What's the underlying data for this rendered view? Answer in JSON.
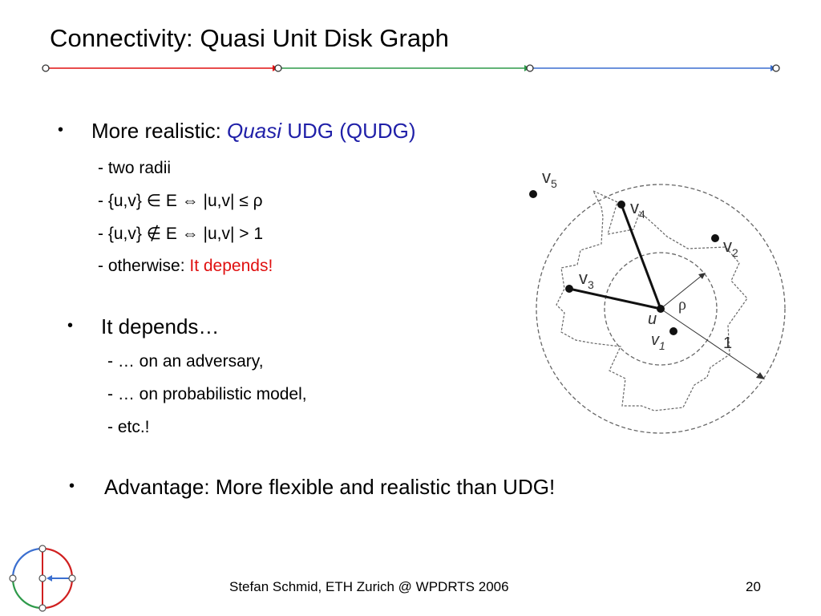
{
  "slide": {
    "title": "Connectivity: Quasi Unit Disk Graph",
    "bullets": [
      {
        "prefix": "More realistic: ",
        "emphasis": "Quasi",
        "suffix": " UDG (QUDG)",
        "sub": [
          "- two radii",
          "- {u,v} ∈ E ⇔ |u,v| ≤ ρ",
          "- {u,v} ∉ E ⇔ |u,v| > 1"
        ],
        "otherwise_prefix": "- otherwise: ",
        "otherwise_highlight": "It depends!"
      },
      {
        "text": "It depends…",
        "sub": [
          "- … on an adversary,",
          "- … on probabilistic model,",
          "- etc.!"
        ]
      },
      {
        "text": "Advantage: More flexible and realistic than UDG!"
      }
    ],
    "bullet_char": "•"
  },
  "diagram": {
    "nodes": {
      "v5": "v5",
      "v4": "v4",
      "v2": "v2",
      "v3": "v3",
      "u": "u",
      "v1": "v1"
    },
    "rho_label": "ρ",
    "one_label": "1"
  },
  "footer": {
    "author": "Stefan Schmid, ETH Zurich @ WPDRTS 2006",
    "page": "20"
  },
  "colors": {
    "red": "#e01010",
    "green": "#2e9a4a",
    "blue": "#3b6fd0",
    "text_blue": "#1f1fa8"
  }
}
